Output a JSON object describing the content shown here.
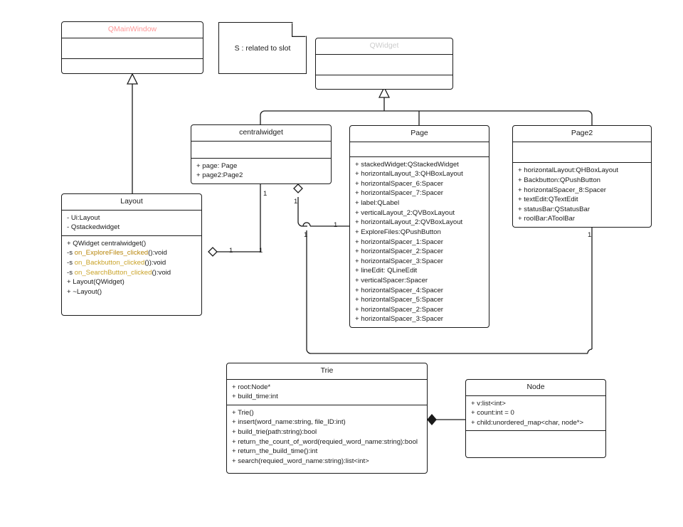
{
  "diagram": {
    "kind": "uml-class-diagram",
    "background": "#ffffff",
    "line_color": "#1a1a1a"
  },
  "colors": {
    "qmainwindow_title": "#ff9999",
    "qwidget_title": "#cccccc",
    "slot_gold": "#b8860b",
    "slot_tan": "#c9a227",
    "stroke": "#1a1a1a"
  },
  "note": {
    "text": "S : related to slot"
  },
  "classes": {
    "qmainwindow": {
      "title": "QMainWindow",
      "attributes": [],
      "operations": []
    },
    "qwidget": {
      "title": "QWidget",
      "attributes": [],
      "operations": []
    },
    "centralwidget": {
      "title": "centralwidget",
      "attributes": [],
      "operations": [
        "+ page: Page",
        "+ page2:Page2"
      ]
    },
    "layout": {
      "title": "Layout",
      "attributes": [
        "- Ui:Layout",
        "-  Qstackedwidget"
      ],
      "operations": [
        {
          "text": "+ QWidget  centralwidget()",
          "style": "plain"
        },
        {
          "prefix": "-s ",
          "text": "on_ExploreFiles_clicked",
          "suffix": "():void",
          "style": "gold"
        },
        {
          "prefix": "-s ",
          "text": "on_Backbutton_clicked",
          "suffix": "()):void",
          "style": "tan"
        },
        {
          "prefix": "-s ",
          "text": "on_SearchButton_clicked",
          "suffix": "():void",
          "style": "tan"
        },
        {
          "text": "+ Layout(QWidget)",
          "style": "plain"
        },
        {
          "text": "+ ~Layout()",
          "style": "plain"
        }
      ]
    },
    "page": {
      "title": "Page",
      "attributes": [],
      "operations": [
        "+ stackedWidget:QStackedWidget",
        "+  horizontalLayout_3:QHBoxLayout",
        "+ horizontalSpacer_6:Spacer",
        "+ horizontalSpacer_7:Spacer",
        "+ label:QLabel",
        "+ verticalLayout_2:QVBoxLayout",
        "+ horizontalLayout_2:QVBoxLayout",
        "+ ExploreFiles:QPushButton",
        "+ horizontalSpacer_1:Spacer",
        "+ horizontalSpacer_2:Spacer",
        "+ horizontalSpacer_3:Spacer",
        "+ lineEdit: QLineEdit",
        "+ verticalSpacer:Spacer",
        "+ horizontalSpacer_4:Spacer",
        "+ horizontalSpacer_5:Spacer",
        "+ horizontalSpacer_2:Spacer",
        "+ horizontalSpacer_3:Spacer"
      ]
    },
    "page2": {
      "title": "Page2",
      "attributes": [],
      "operations": [
        "+ horizontalLayout:QHBoxLayout",
        "+ Backbutton:QPushButton",
        "+ horizontalSpacer_8:Spacer",
        "+ textEdit:QTextEdit",
        "+ statusBar:QStatusBar",
        "+ roolBar:AToolBar"
      ]
    },
    "trie": {
      "title": "Trie",
      "attributes": [
        "+ root:Node*",
        "+ build_time:int"
      ],
      "operations": [
        "+ Trie()",
        "+ insert(word_name:string, file_ID:int)",
        "+ build_trie(path:string):bool",
        "+ return_the_count_of_word(requied_word_name:string):bool",
        "+ return_the_build_time():int",
        "+ search(requied_word_name:string):list<int>"
      ]
    },
    "node": {
      "title": "Node",
      "attributes": [
        "+ v:list<int>",
        "+ count:int = 0",
        "+ child:unordered_map<char, node*>"
      ],
      "operations": []
    }
  },
  "multiplicities": [
    {
      "id": "m1",
      "label": "1"
    },
    {
      "id": "m2",
      "label": "1"
    },
    {
      "id": "m3",
      "label": "1"
    },
    {
      "id": "m4",
      "label": "1"
    },
    {
      "id": "m5",
      "label": "1"
    },
    {
      "id": "m6",
      "label": "1"
    },
    {
      "id": "m7",
      "label": "1"
    }
  ],
  "relations": [
    {
      "type": "generalization",
      "from": "Layout",
      "to": "QMainWindow"
    },
    {
      "type": "generalization",
      "from": "centralwidget",
      "to": "QWidget"
    },
    {
      "type": "generalization",
      "from": "Page",
      "to": "QWidget"
    },
    {
      "type": "generalization",
      "from": "Page2",
      "to": "QWidget"
    },
    {
      "type": "aggregation",
      "from": "Layout",
      "to": "centralwidget"
    },
    {
      "type": "aggregation",
      "from": "centralwidget",
      "to": "Page"
    },
    {
      "type": "association",
      "from": "Page",
      "to": "Trie"
    },
    {
      "type": "association",
      "from": "Page2",
      "to": "Trie"
    },
    {
      "type": "composition",
      "from": "Trie",
      "to": "Node"
    }
  ]
}
